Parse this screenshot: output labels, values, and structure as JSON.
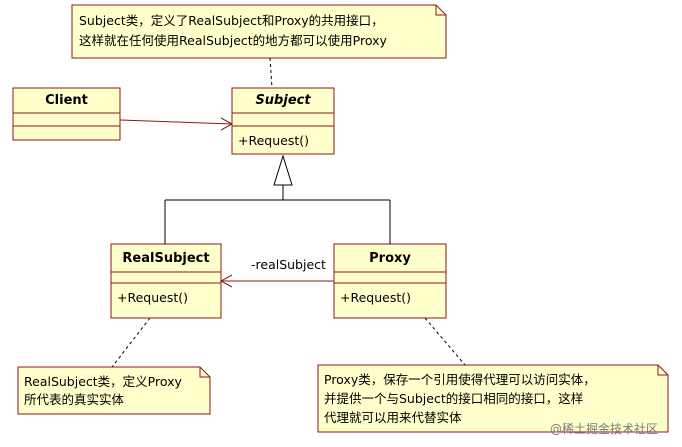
{
  "classes": {
    "client": {
      "name": "Client"
    },
    "subject": {
      "name": "Subject",
      "operation": "+Request()"
    },
    "real_subject": {
      "name": "RealSubject",
      "operation": "+Request()"
    },
    "proxy": {
      "name": "Proxy",
      "operation": "+Request()"
    }
  },
  "associations": {
    "proxy_to_real": {
      "role": "-realSubject"
    }
  },
  "notes": {
    "subject_note": {
      "line1": "Subject类，定义了RealSubject和Proxy的共用接口，",
      "line2": "这样就在任何使用RealSubject的地方都可以使用Proxy"
    },
    "real_note": {
      "line1": "RealSubject类，定义Proxy",
      "line2": "所代表的真实实体"
    },
    "proxy_note": {
      "line1": "Proxy类，保存一个引用使得代理可以访问实体，",
      "line2": "并提供一个与Subject的接口相同的接口，这样",
      "line3": "代理就可以用来代替实体"
    }
  },
  "watermark": {
    "text": "@稀土掘金技术社区"
  },
  "colors": {
    "fill": "#ffffcc",
    "stroke": "#8b1a1a",
    "line": "#000000"
  }
}
